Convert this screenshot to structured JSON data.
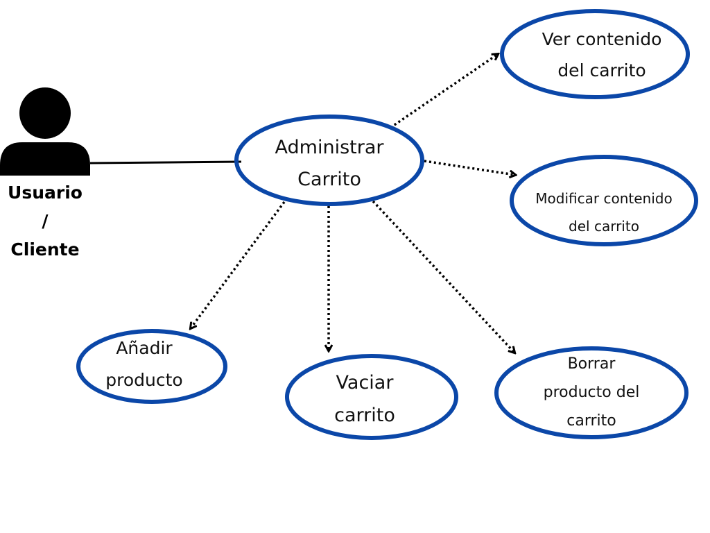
{
  "actor": {
    "label_lines": [
      "Usuario",
      "/",
      "Cliente"
    ]
  },
  "main_use_case": {
    "lines": [
      "Administrar",
      "Carrito"
    ]
  },
  "use_cases": {
    "ver": [
      "Ver contenido",
      "del carrito"
    ],
    "modificar": [
      "Modificar contenido",
      "del carrito"
    ],
    "anadir": [
      "Añadir",
      "producto"
    ],
    "vaciar": [
      "Vaciar",
      "carrito"
    ],
    "borrar": [
      "Borrar",
      "producto del",
      "carrito"
    ]
  },
  "colors": {
    "ellipse_stroke": "#0b47a8",
    "actor_fill": "#000000",
    "line": "#000000"
  }
}
